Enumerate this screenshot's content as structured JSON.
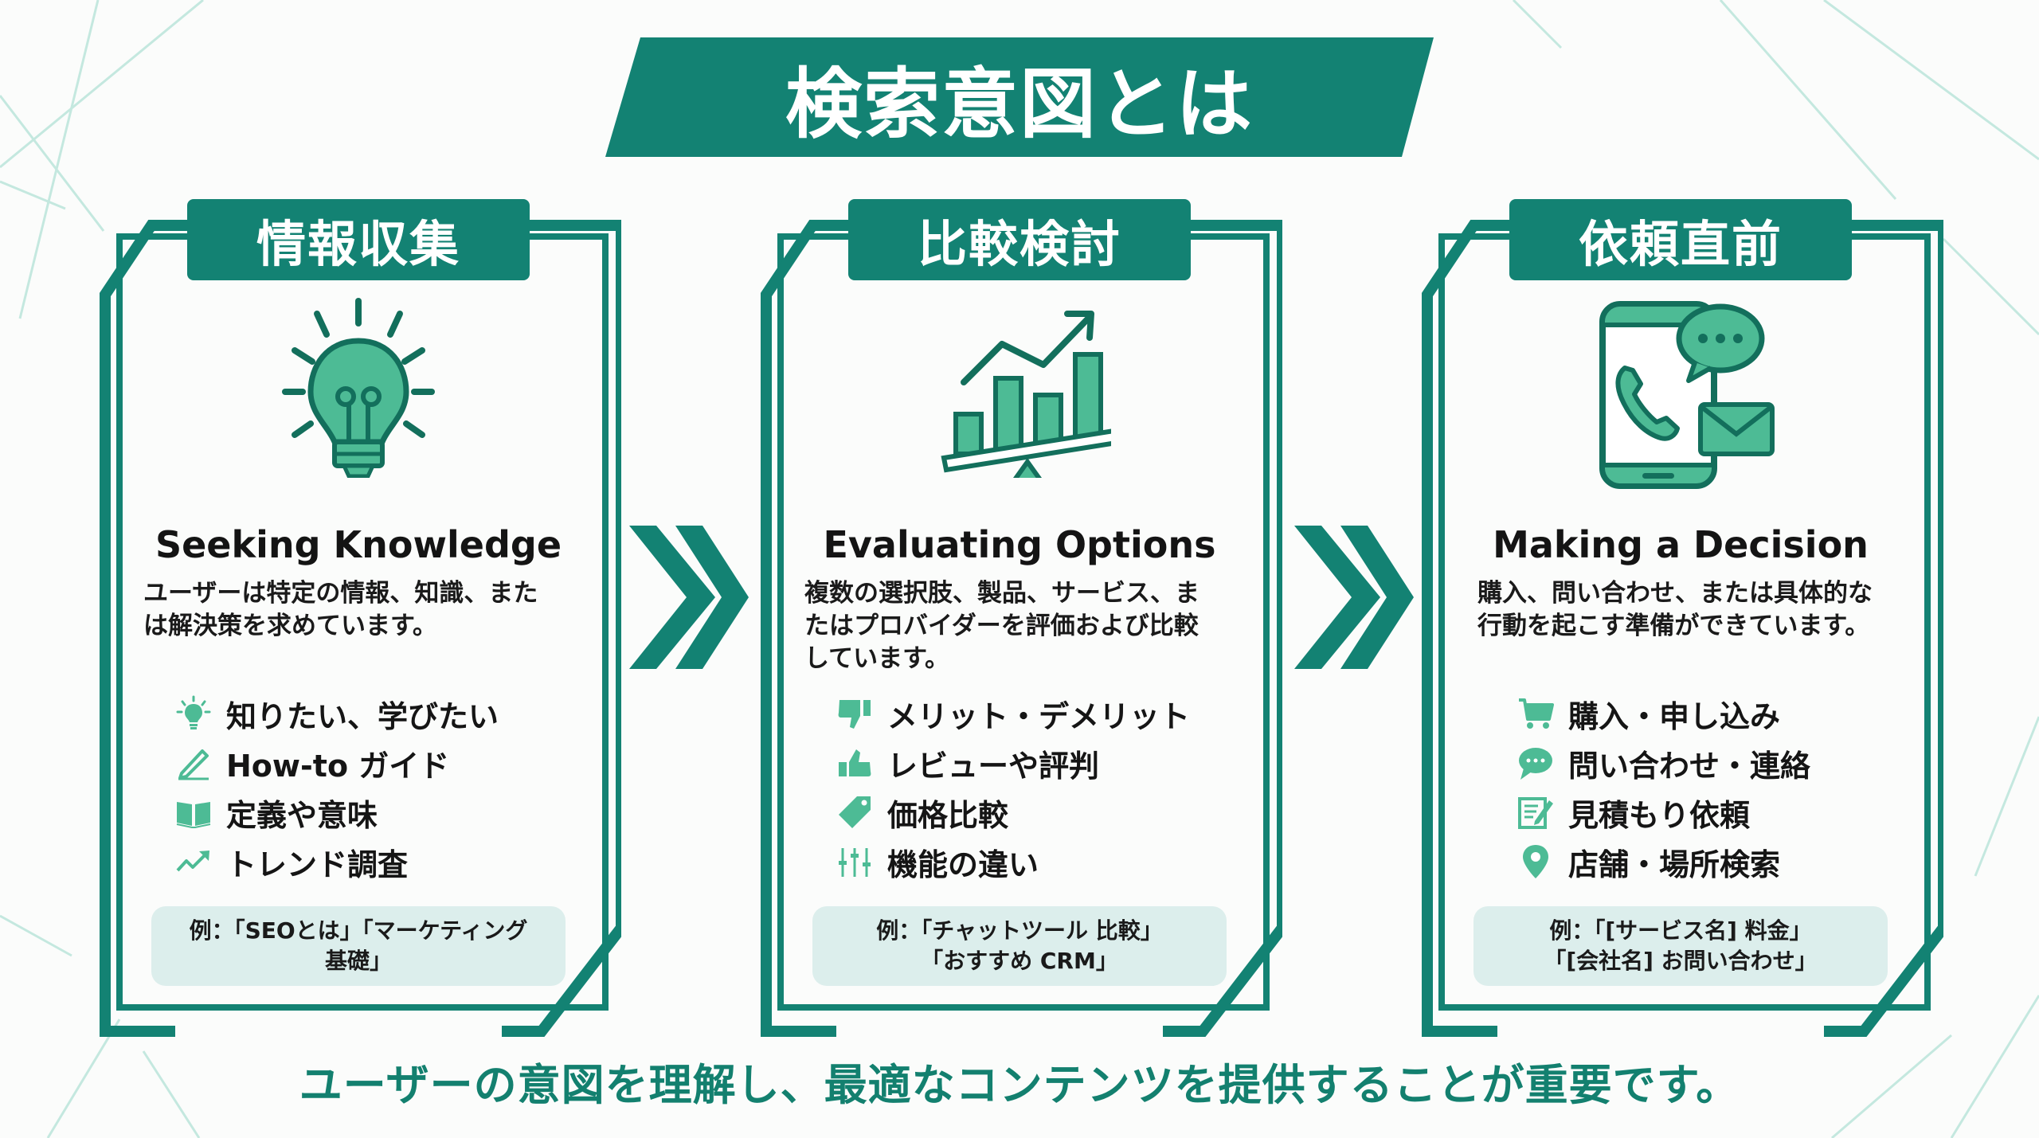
{
  "title": "検索意図とは",
  "colors": {
    "primary": "#138273",
    "icon_fill": "#4dbb95",
    "icon_stroke": "#136f5c",
    "example_bg": "#dceeec",
    "background": "#fbfcfb",
    "bg_lines": "#bfe6dc",
    "footer_text": "#13806f"
  },
  "cards": [
    {
      "tab_label": "情報収集",
      "icon": "lightbulb-icon",
      "heading": "Seeking Knowledge",
      "description_lines": [
        "ユーザーは特定の情報、知識、また",
        "は解決策を求めています。"
      ],
      "items": [
        {
          "icon": "lightbulb-icon",
          "label": "知りたい、学びたい"
        },
        {
          "icon": "pencil-icon",
          "label": "How-to ガイド"
        },
        {
          "icon": "open-book-icon",
          "label": "定義や意味"
        },
        {
          "icon": "trend-up-icon",
          "label": "トレンド調査"
        }
      ],
      "example_lines": [
        "例：「SEOとは」「マーケティング",
        "基礎」"
      ]
    },
    {
      "tab_label": "比較検討",
      "icon": "bar-chart-scale-icon",
      "heading": "Evaluating Options",
      "description_lines": [
        "複数の選択肢、製品、サービス、ま",
        "たはプロバイダーを評価および比較",
        "しています。"
      ],
      "items": [
        {
          "icon": "thumbs-down-icon",
          "label": "メリット・デメリット"
        },
        {
          "icon": "thumbs-up-icon",
          "label": "レビューや評判"
        },
        {
          "icon": "price-tag-icon",
          "label": "価格比較"
        },
        {
          "icon": "sliders-icon",
          "label": "機能の違い"
        }
      ],
      "example_lines": [
        "例：「チャットツール 比較」",
        "「おすすめ CRM」"
      ]
    },
    {
      "tab_label": "依頼直前",
      "icon": "phone-contact-icon",
      "heading": "Making a Decision",
      "description_lines": [
        "購入、問い合わせ、または具体的な",
        "行動を起こす準備ができています。"
      ],
      "items": [
        {
          "icon": "cart-icon",
          "label": "購入・申し込み"
        },
        {
          "icon": "chat-bubble-icon",
          "label": "問い合わせ・連絡"
        },
        {
          "icon": "edit-document-icon",
          "label": "見積もり依頼"
        },
        {
          "icon": "location-pin-icon",
          "label": "店舗・場所検索"
        }
      ],
      "example_lines": [
        "例：「[サービス名] 料金」",
        "「[会社名] お問い合わせ」"
      ]
    }
  ],
  "flow_arrows": [
    "double-chevron-right-icon",
    "double-chevron-right-icon"
  ],
  "footer": "ユーザーの意図を理解し、最適なコンテンツを提供することが重要です。"
}
